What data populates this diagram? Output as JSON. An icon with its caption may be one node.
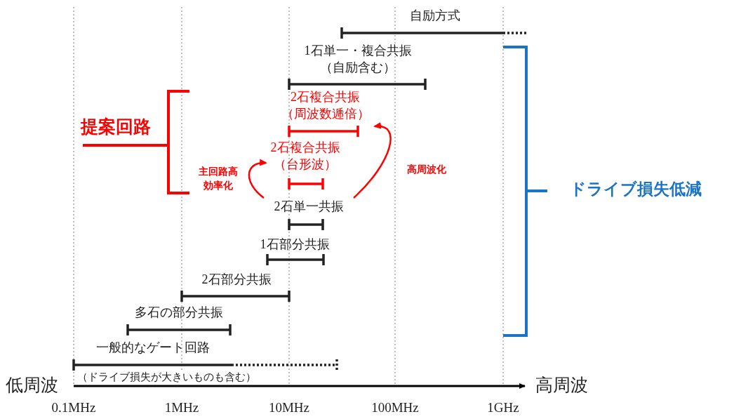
{
  "diagram": {
    "nodes": [
      {
        "text": [
          "自励方式"
        ]
      },
      {
        "text": [
          "1石単一・複合共振（自励含む）"
        ]
      },
      {
        "text": [
          "2石複合共振（周波数逓倍）"
        ]
      },
      {
        "text": [
          "2石複合共振（台形波）"
        ]
      },
      {
        "text": [
          "2石単一共振"
        ]
      },
      {
        "text": [
          "1石部分共振"
        ]
      },
      {
        "text": [
          "2石部分共振"
        ]
      },
      {
        "text": [
          "多石の部分共振"
        ]
      },
      {
        "text": [
          "一般的なゲート回路"
        ],
        "beside": [
          "（ドライブ損失が大きいものも含む）"
        ]
      }
    ],
    "edges": [
      {
        "from": 4,
        "to": 3,
        "arrow": "to",
        "label": "主回路高効率化",
        "color": "#ff0000"
      },
      {
        "from": 4,
        "to": 2,
        "arrow": "to",
        "label": "高周波化",
        "color": "#ff0000"
      }
    ],
    "labels": [
      "提案回路",
      "ドライブ損失低減",
      "低周波",
      "高周波",
      "0.1MHz",
      "1MHz",
      "10MHz",
      "100MHz",
      "1GHz"
    ]
  }
}
